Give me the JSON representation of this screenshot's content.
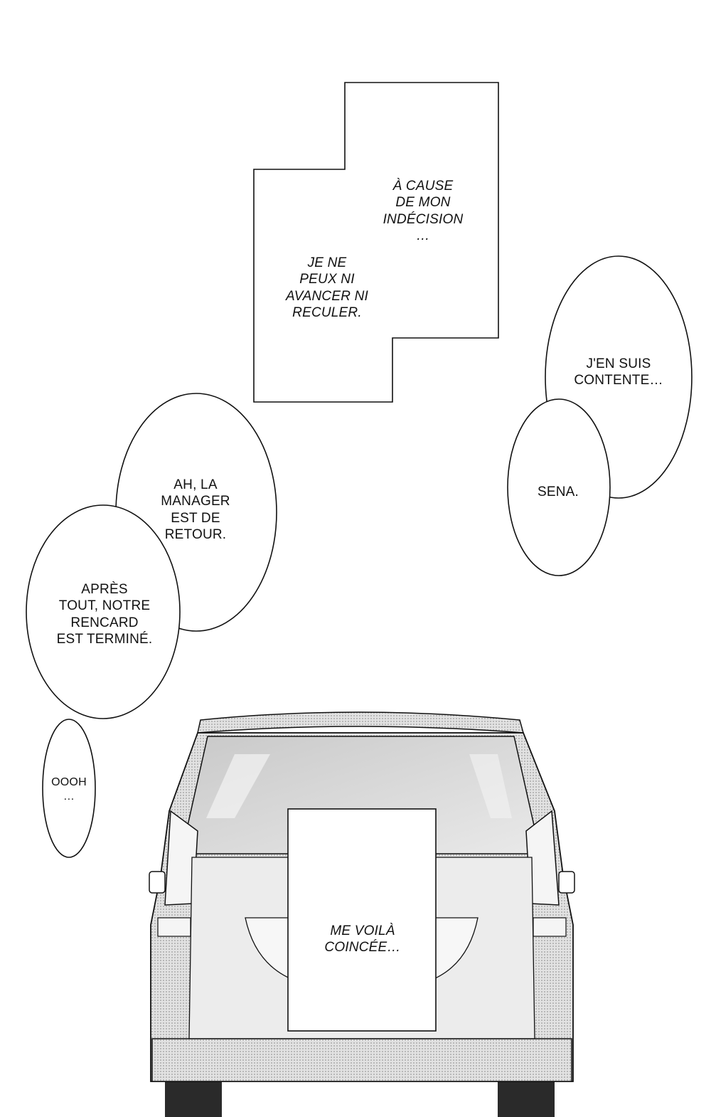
{
  "colors": {
    "ink": "#111111",
    "paper": "#ffffff",
    "tone": "#d0d0d0"
  },
  "narration": {
    "box_upper_right": "À CAUSE\nDE MON\nINDÉCISION\n…",
    "box_upper_left": "JE NE\nPEUX NI\nAVANCER NI\nRECULER.",
    "box_car": "ME VOILÀ\nCOINCÉE…"
  },
  "bubbles": {
    "right_top": "J'EN SUIS\nCONTENTE…",
    "right_bottom": "SENA.",
    "middle_left": "AH, LA\nMANAGER\nEST DE\nRETOUR.",
    "left": "APRÈS\nTOUT, NOTRE\nRENCARD\nEST TERMINÉ.",
    "small_left": "OOOH\n…"
  },
  "illustration": {
    "subject": "van-rear-view"
  }
}
